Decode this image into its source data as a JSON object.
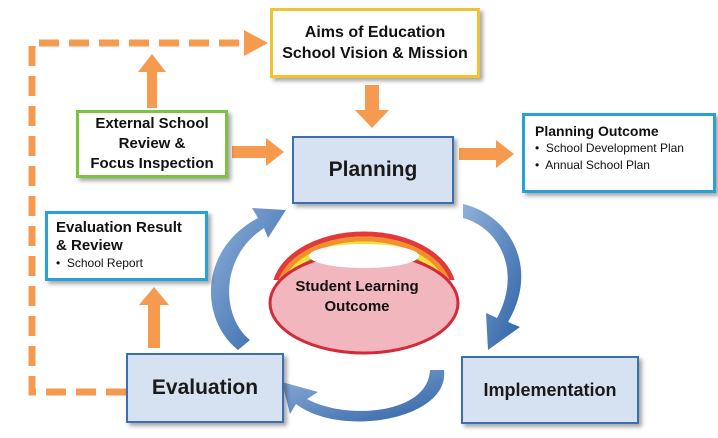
{
  "aims": {
    "line1": "Aims of Education",
    "line2": "School Vision & Mission"
  },
  "external": {
    "line1": "External School",
    "line2": "Review &",
    "line3": "Focus Inspection"
  },
  "evaluation_review": {
    "title_line1": "Evaluation Result",
    "title_line2": "& Review",
    "items": [
      "School Report"
    ]
  },
  "planning_outcome": {
    "title": "Planning Outcome",
    "items": [
      "School Development Plan",
      "Annual School Plan"
    ]
  },
  "stages": {
    "planning": "Planning",
    "implementation": "Implementation",
    "evaluation": "Evaluation"
  },
  "center": {
    "line1": "Student Learning",
    "line2": "Outcome"
  },
  "colors": {
    "arrow": "#f59a4f",
    "cycle": "#3f74b5",
    "stage_fill": "#d6e1f1",
    "ellipse_fill": "#f2b6bf",
    "ellipse_border": "#d42b3a"
  }
}
